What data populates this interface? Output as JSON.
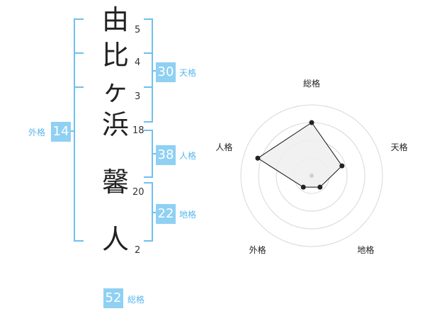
{
  "name": {
    "characters": [
      {
        "char": "由",
        "strokes": "5"
      },
      {
        "char": "比",
        "strokes": "4"
      },
      {
        "char": "ヶ",
        "strokes": "3"
      },
      {
        "char": "浜",
        "strokes": "18"
      },
      {
        "char": "馨",
        "strokes": "20"
      },
      {
        "char": "人",
        "strokes": "2"
      }
    ]
  },
  "fortune": {
    "tenkaku": {
      "value": "30",
      "label": "天格"
    },
    "jinkaku": {
      "value": "38",
      "label": "人格"
    },
    "chikaku": {
      "value": "22",
      "label": "地格"
    },
    "gaikaku": {
      "value": "14",
      "label": "外格"
    },
    "soukaku": {
      "value": "52",
      "label": "総格"
    }
  },
  "radar": {
    "axes": [
      "総格",
      "天格",
      "地格",
      "外格",
      "人格"
    ],
    "values": [
      0.75,
      0.45,
      0.2,
      0.2,
      0.8
    ],
    "rings": 4,
    "colors": {
      "fill": "#eeeeee",
      "stroke": "#111111",
      "ring": "#d8d8d8"
    }
  },
  "colors": {
    "accent": "#8fd0f3",
    "bracket": "#6ec1ee",
    "accent_text": "#5ab8ea"
  }
}
